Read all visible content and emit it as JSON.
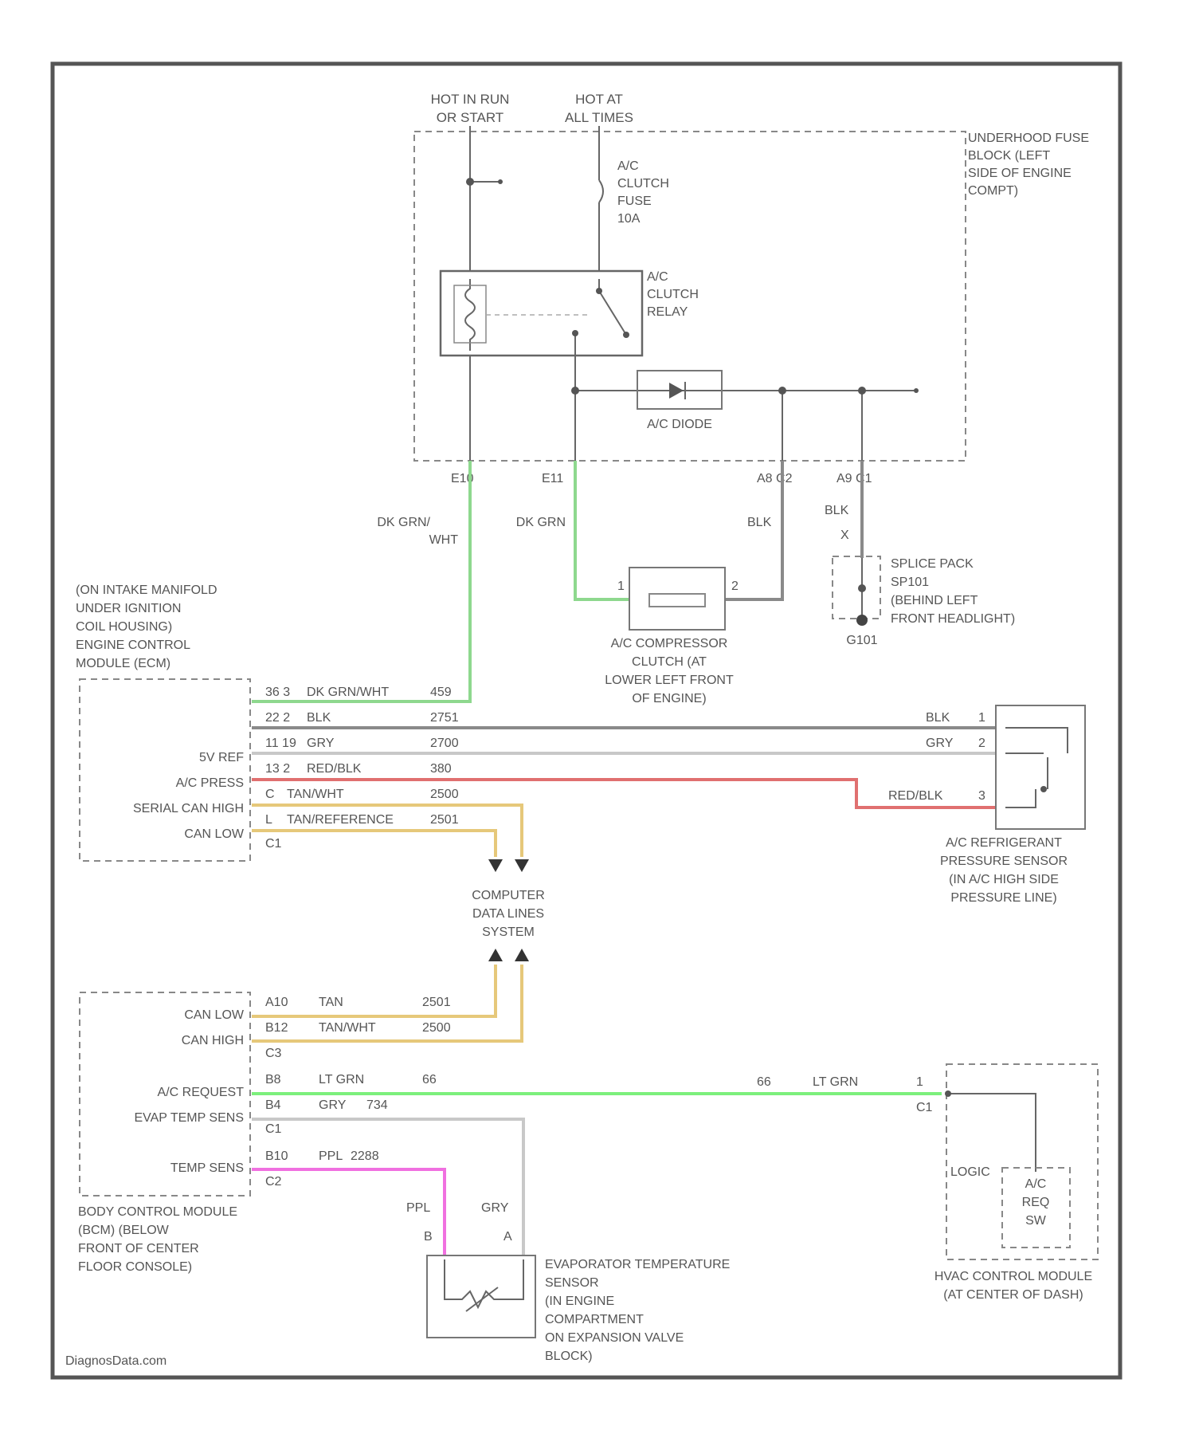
{
  "colors": {
    "green": "#8ed88e",
    "bright_green": "#7cf07c",
    "gray": "#8a8a8a",
    "light_gray": "#c8c8c8",
    "red": "#e07070",
    "tan": "#e6c87a",
    "pink": "#f070e0"
  },
  "sources": {
    "hot_run_line1": "HOT IN RUN",
    "hot_run_line2": "OR START",
    "hot_all_line1": "HOT AT",
    "hot_all_line2": "ALL TIMES"
  },
  "fuse_block": [
    "UNDERHOOD FUSE",
    "BLOCK (LEFT",
    "SIDE OF ENGINE",
    "COMPT)"
  ],
  "fuse": [
    "A/C",
    "CLUTCH",
    "FUSE",
    "10A"
  ],
  "relay": [
    "A/C",
    "CLUTCH",
    "RELAY"
  ],
  "diode": "A/C DIODE",
  "terminals": {
    "e10": "E10",
    "e11": "E11",
    "a8c2": "A8 C2",
    "a9c1": "A9 C1"
  },
  "wires": {
    "dk_grn_wht_1": "DK GRN/",
    "dk_grn_wht_2": "WHT",
    "dk_grn": "DK GRN",
    "blk_clutch": "BLK",
    "blk_splice": "BLK",
    "splice_pin": "X"
  },
  "splice": [
    "SPLICE PACK",
    "SP101",
    "(BEHIND LEFT",
    "FRONT HEADLIGHT)"
  ],
  "ground": "G101",
  "compressor_pins": {
    "p1": "1",
    "p2": "2"
  },
  "compressor": [
    "A/C COMPRESSOR",
    "CLUTCH (AT",
    "LOWER LEFT FRONT",
    "OF ENGINE)"
  ],
  "ecm": [
    "(ON INTAKE MANIFOLD",
    "UNDER IGNITION",
    "COIL HOUSING)",
    "ENGINE CONTROL",
    "MODULE (ECM)"
  ],
  "ecm_labels": [
    "5V REF",
    "A/C PRESS",
    "SERIAL CAN HIGH",
    "CAN LOW"
  ],
  "ecm_rows": [
    {
      "pin": "36 3",
      "wire": "DK GRN/WHT",
      "circuit": "459"
    },
    {
      "pin": "22 2",
      "wire": "BLK",
      "circuit": "2751"
    },
    {
      "pin": "11 19",
      "wire": "GRY",
      "circuit": "2700"
    },
    {
      "pin": "13 2",
      "wire": "RED/BLK",
      "circuit": "380"
    },
    {
      "pin": "C",
      "wire": "TAN/WHT",
      "circuit": "2500"
    },
    {
      "pin": "L",
      "wire": "TAN/REFERENCE",
      "circuit": "2501"
    }
  ],
  "ecm_bottom_pin": "C1",
  "pressure_wires": [
    {
      "wire": "BLK",
      "pin": "1"
    },
    {
      "wire": "GRY",
      "pin": "2"
    },
    {
      "wire": "RED/BLK",
      "pin": "3"
    }
  ],
  "pressure_sensor": [
    "A/C REFRIGERANT",
    "PRESSURE SENSOR",
    "(IN A/C HIGH SIDE",
    "PRESSURE LINE)"
  ],
  "data_lines": [
    "COMPUTER",
    "DATA LINES",
    "SYSTEM"
  ],
  "bcm_labels": [
    "CAN LOW",
    "CAN HIGH",
    "A/C REQUEST",
    "EVAP TEMP SENS",
    "TEMP SENS"
  ],
  "bcm_rows": [
    {
      "pin": "A10",
      "wire": "TAN",
      "circuit": "2501"
    },
    {
      "pin": "B12",
      "wire": "TAN/WHT",
      "circuit": "2500"
    },
    {
      "pin": "C3",
      "wire": "",
      "circuit": ""
    },
    {
      "pin": "B8",
      "wire": "LT GRN",
      "circuit": "66"
    },
    {
      "pin": "B4",
      "wire": "GRY",
      "circuit": "734"
    },
    {
      "pin": "C1",
      "wire": "",
      "circuit": ""
    },
    {
      "pin": "B10",
      "wire": "PPL",
      "circuit": "2288"
    },
    {
      "pin": "C2",
      "wire": "",
      "circuit": ""
    }
  ],
  "bcm": [
    "BODY CONTROL MODULE",
    "(BCM) (BELOW",
    "FRONT OF CENTER",
    "FLOOR CONSOLE)"
  ],
  "hvac_wire": {
    "circuit": "66",
    "wire": "LT GRN",
    "pin": "1",
    "conn": "C1"
  },
  "hvac_logic": "LOGIC",
  "hvac_switch": [
    "A/C",
    "REQ",
    "SW"
  ],
  "hvac": [
    "HVAC CONTROL MODULE",
    "(AT CENTER OF DASH)"
  ],
  "evap_wires": {
    "ppl": "PPL",
    "gry": "GRY",
    "pin_b": "B",
    "pin_a": "A"
  },
  "evap": [
    "EVAPORATOR TEMPERATURE",
    "SENSOR",
    "(IN ENGINE",
    "COMPARTMENT",
    "ON EXPANSION VALVE",
    "BLOCK)"
  ],
  "watermark": "DiagnosData.com"
}
